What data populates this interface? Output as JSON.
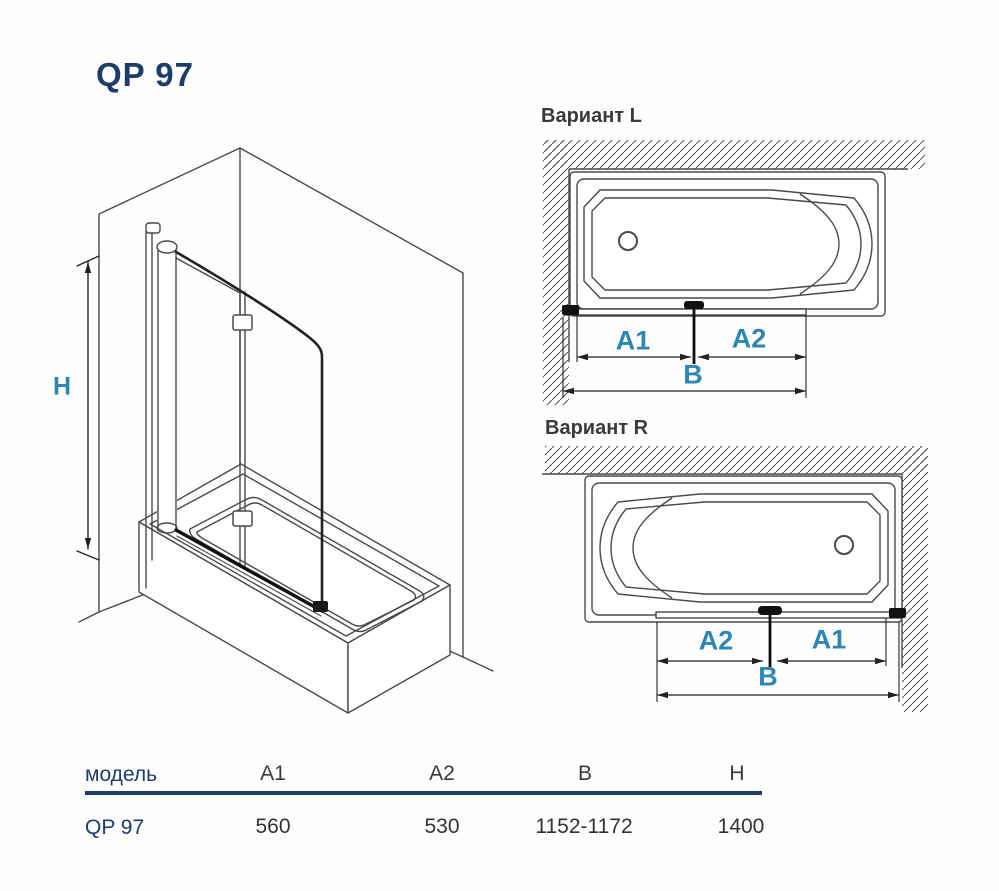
{
  "title": "QP 97",
  "view3d": {
    "height_label": "H"
  },
  "variant_l": {
    "label": "Вариант L",
    "a1": "A1",
    "a2": "A2",
    "b": "B"
  },
  "variant_r": {
    "label": "Вариант R",
    "a1": "A1",
    "a2": "A2",
    "b": "B"
  },
  "table": {
    "headers": [
      "модель",
      "A1",
      "A2",
      "B",
      "H"
    ],
    "row": [
      "QP 97",
      "560",
      "530",
      "1152-1172",
      "1400"
    ]
  },
  "colors": {
    "navy": "#1d3c6a",
    "dim_blue": "#2e86b5",
    "line": "#4a4a4a"
  }
}
